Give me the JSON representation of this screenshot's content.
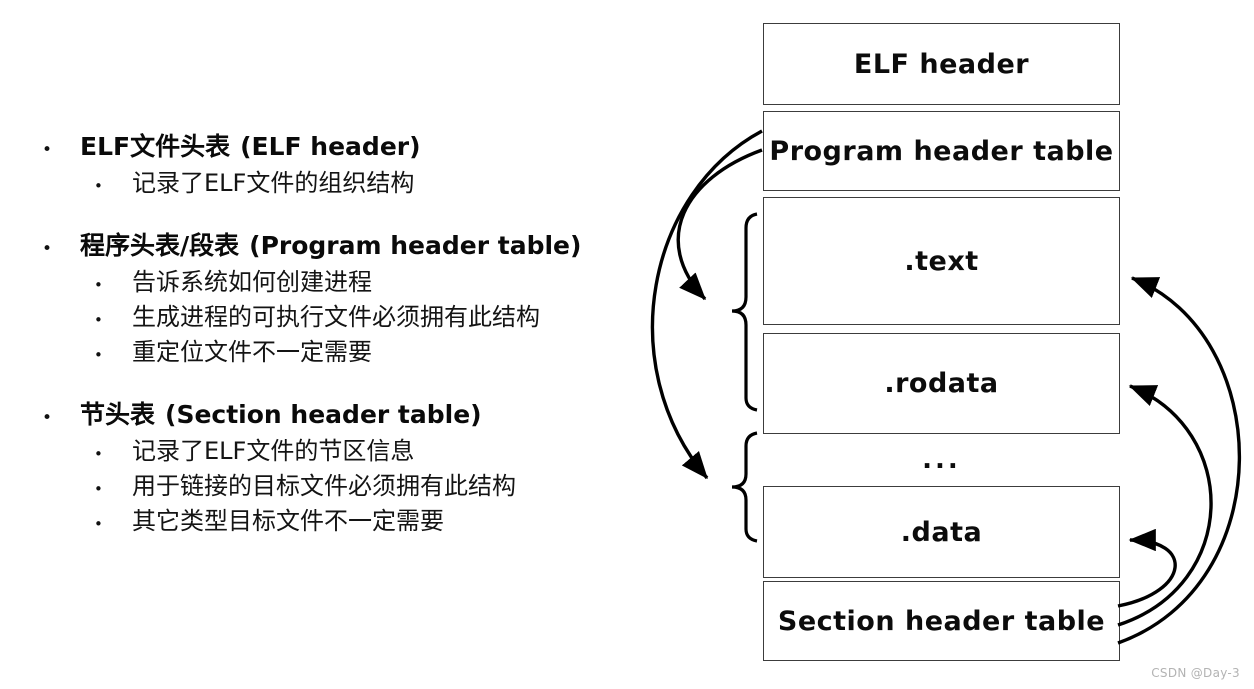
{
  "ui": {
    "bullet_char": "•"
  },
  "bullets": [
    {
      "title_zh": "ELF文件头表",
      "title_en": "(ELF header)",
      "subs": [
        "记录了ELF文件的组织结构"
      ]
    },
    {
      "title_zh": "程序头表/段表",
      "title_en": "(Program header table)",
      "subs": [
        "告诉系统如何创建进程",
        "生成进程的可执行文件必须拥有此结构",
        "重定位文件不一定需要"
      ]
    },
    {
      "title_zh": "节头表",
      "title_en": "(Section header table)",
      "subs": [
        "记录了ELF文件的节区信息",
        "用于链接的目标文件必须拥有此结构",
        "其它类型目标文件不一定需要"
      ]
    }
  ],
  "diagram": {
    "boxes": [
      {
        "label": "ELF header"
      },
      {
        "label": "Program header table"
      },
      {
        "label": ".text"
      },
      {
        "label": ".rodata"
      },
      {
        "label": ".data"
      },
      {
        "label": "Section header table"
      }
    ],
    "ellipsis": "...",
    "colors": {
      "box_border": "#3c3c3c",
      "line": "#000000",
      "watermark": "#b3b3b3"
    }
  },
  "watermark": "CSDN @Day-3"
}
